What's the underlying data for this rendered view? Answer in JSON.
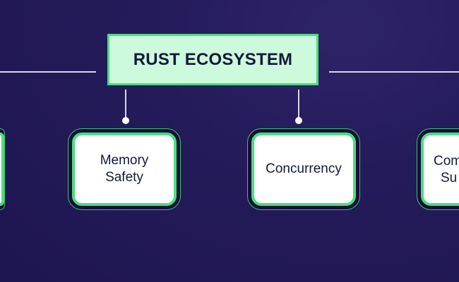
{
  "root": {
    "label": "RUST ECOSYSTEM"
  },
  "children": [
    {
      "line1": "Memory",
      "line2": "Safety"
    },
    {
      "label": "Concurrency"
    },
    {
      "line1": "Com",
      "line2": "Su"
    }
  ],
  "colors": {
    "background": "#241b5a",
    "accent": "#4ade80",
    "root_fill": "#cdf9dc",
    "text": "#131a3a"
  }
}
